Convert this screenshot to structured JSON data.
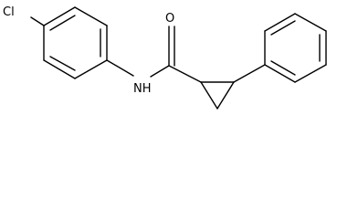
{
  "molecule": {
    "atoms": {
      "chlorine": "Cl",
      "nitrogen_hydrogen": "NH",
      "oxygen": "O"
    },
    "colors": {
      "bond": "#000000",
      "label": "#000000",
      "background": "#ffffff"
    }
  }
}
